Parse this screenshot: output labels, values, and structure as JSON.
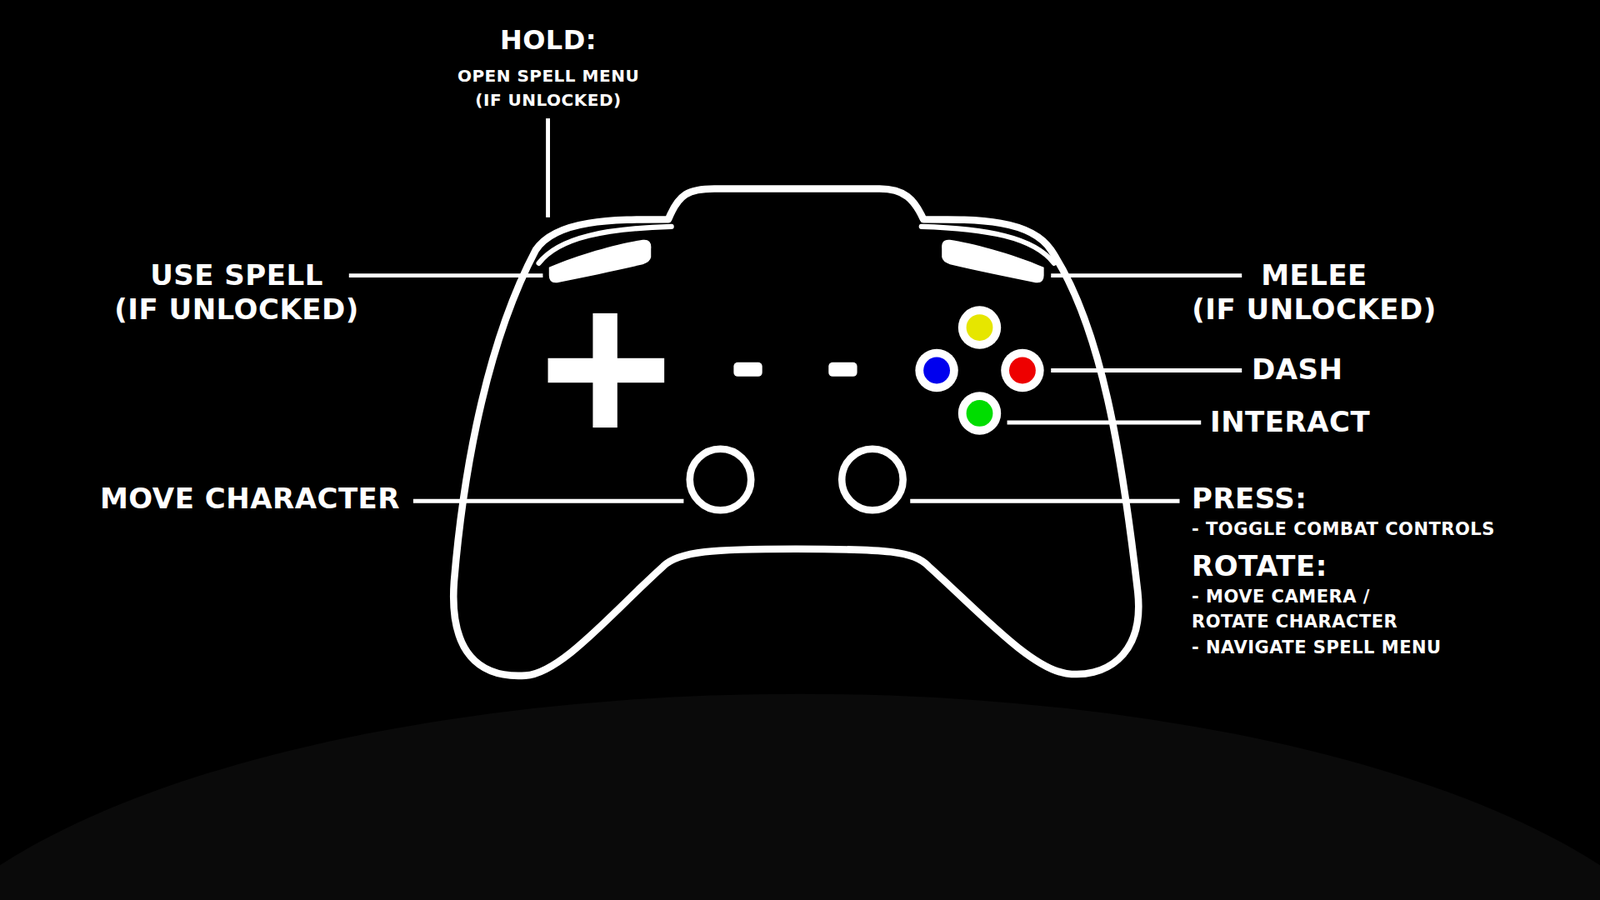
{
  "diagram": {
    "nodes": [],
    "edges": [],
    "labels": [
      "HOLD:",
      "OPEN SPELL MENU",
      "(IF UNLOCKED)",
      "USE SPELL",
      "(IF UNLOCKED)",
      "MELEE",
      "(IF UNLOCKED)",
      "DASH",
      "INTERACT",
      "MOVE CHARACTER",
      "PRESS:",
      "- TOGGLE COMBAT CONTROLS",
      "ROTATE:",
      "- MOVE CAMERA / ROTATE CHARACTER",
      "- NAVIGATE SPELL MENU"
    ]
  }
}
